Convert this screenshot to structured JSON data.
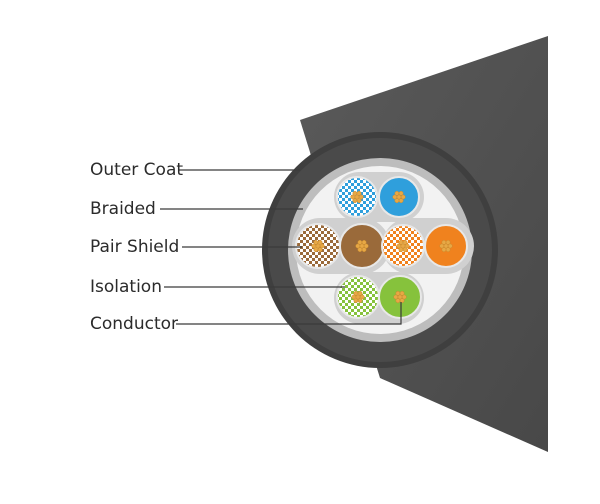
{
  "labels": {
    "outer_coat": "Outer Coat",
    "braided": "Braided",
    "pair_shield": "Pair Shield",
    "isolation": "Isolation",
    "conductor": "Conductor"
  },
  "colors": {
    "background": "#ffffff",
    "jacket": "#4d4d4d",
    "jacket_side": "#555555",
    "jacket_rim": "#3c3c3c",
    "braid": "#bdbdbd",
    "interior": "#f2f2f2",
    "pair_shield": "#cfcfcf",
    "copper": "#e7a845",
    "wire_blue": "#2f9fdc",
    "wire_brown": "#9a6a3a",
    "wire_orange": "#f0821e",
    "wire_green": "#86c23c",
    "leader_line": "#3a3a3a",
    "label_text": "#2b2b2b"
  },
  "pairs": [
    {
      "solid": "wire_blue"
    },
    {
      "solid": "wire_brown"
    },
    {
      "solid": "wire_orange"
    },
    {
      "solid": "wire_green"
    }
  ]
}
